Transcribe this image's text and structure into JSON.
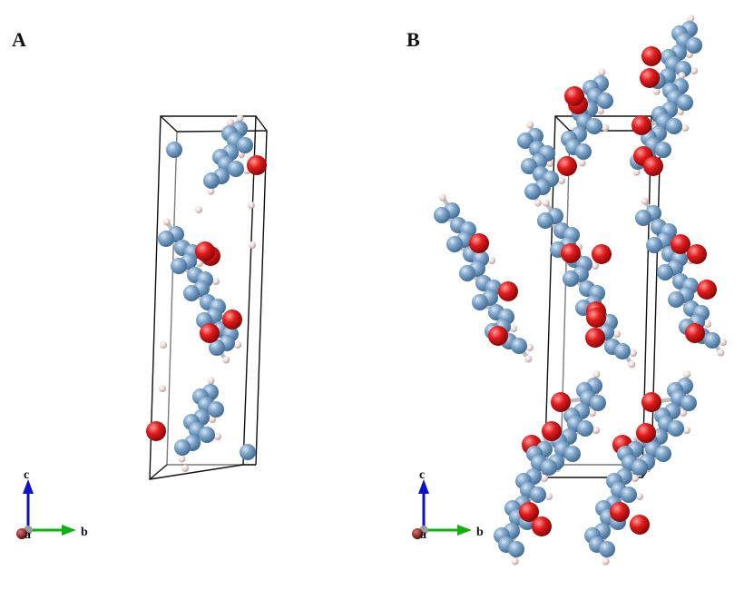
{
  "panels": {
    "a": {
      "label": "A"
    },
    "b": {
      "label": "B"
    }
  },
  "axes": {
    "c": "c",
    "b": "b",
    "a": "a"
  },
  "colors": {
    "carbon": "#6f97bd",
    "oxygen": "#d81818",
    "hydrogen": "#f0d8d8",
    "bond": "#c8c8c8",
    "cell": "#111111",
    "axis_c": "#1010c8",
    "axis_b": "#10b010",
    "axis_a": "#8b1a1a"
  }
}
